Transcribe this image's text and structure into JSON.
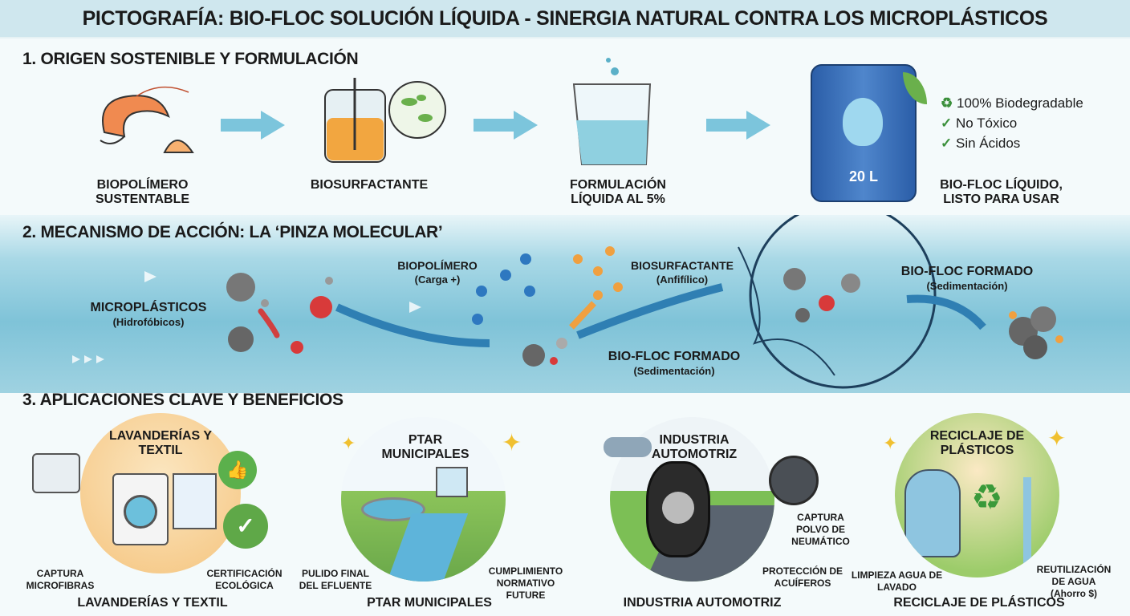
{
  "title": "PICTOGRAFÍA: BIO-FLOC SOLUCIÓN LÍQUIDA - SINERGIA NATURAL CONTRA LOS MICROPLÁSTICOS",
  "section1": {
    "heading": "1. ORIGEN SOSTENIBLE Y FORMULACIÓN",
    "steps": [
      {
        "label": "BIOPOLÍMERO SUSTENTABLE",
        "icon": "shrimp-shell-icon"
      },
      {
        "label": "BIOSURFACTANTE",
        "icon": "bioreactor-icon"
      },
      {
        "label": "FORMULACIÓN LÍQUIDA AL 5%",
        "icon": "beaker-icon"
      },
      {
        "label": "BIO-FLOC LÍQUIDO, LISTO PARA USAR",
        "icon": "barrel-icon"
      }
    ],
    "barrel_label": "20 L",
    "features": [
      "100% Biodegradable",
      "No Tóxico",
      "Sin Ácidos"
    ]
  },
  "section2": {
    "heading": "2. MECANISMO DE ACCIÓN: LA ‘PINZA MOLECULAR’",
    "microplastics": {
      "label": "MICROPLÁSTICOS",
      "sub": "(Hidrofóbicos)"
    },
    "biopolymer": {
      "label": "BIOPOLÍMERO",
      "sub": "(Carga +)"
    },
    "biosurfactant": {
      "label": "BIOSURFACTANTE",
      "sub": "(Anfifílico)"
    },
    "floc_center": {
      "label": "BIO-FLOC FORMADO",
      "sub": "(Sedimentación)"
    },
    "floc_right": {
      "label": "BIO-FLOC FORMADO",
      "sub": "(Sedimentación)"
    }
  },
  "section3": {
    "heading": "3. APLICACIONES CLAVE Y BENEFICIOS",
    "apps": [
      {
        "title": "LAVANDERÍAS Y TEXTIL",
        "footer": "LAVANDERÍAS Y TEXTIL",
        "left": "CAPTURA MICROFIBRAS",
        "right": "CERTIFICACIÓN ECOLÓGICA"
      },
      {
        "title": "PTAR MUNICIPALES",
        "footer": "PTAR MUNICIPALES",
        "left": "PULIDO FINAL DEL EFLUENTE",
        "right": "CUMPLIMIENTO NORMATIVO FUTURE"
      },
      {
        "title": "INDUSTRIA AUTOMOTRIZ",
        "footer": "INDUSTRIA AUTOMOTRIZ",
        "left": "CAPTURA POLVO DE NEUMÁTICO",
        "right": "PROTECCIÓN DE ACUÍFEROS"
      },
      {
        "title": "RECICLAJE DE PLÁSTICOS",
        "footer": "RECICLAJE DE PLÁSTICOS",
        "left": "LIMPIEZA AGUA DE LAVADO",
        "right": "REUTILIZACIÓN DE AGUA",
        "right_sub": "(Ahorro $)"
      }
    ]
  },
  "colors": {
    "title_bg": "#cfe7ee",
    "arrow": "#4aa6c8",
    "orange": "#f0a040",
    "green": "#6ab04c",
    "red": "#d83a3a"
  }
}
